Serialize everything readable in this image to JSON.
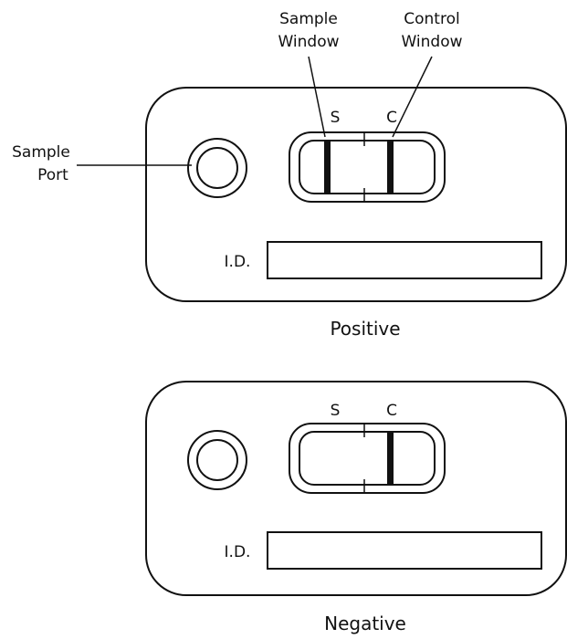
{
  "callouts": {
    "sample_window": [
      "Sample",
      "Window"
    ],
    "control_window": [
      "Control",
      "Window"
    ],
    "sample_port": [
      "Sample",
      "Port"
    ]
  },
  "cards": [
    {
      "key": "positive",
      "caption": "Positive",
      "s_letter": "S",
      "c_letter": "C",
      "id_label": "I.D.",
      "s_line_visible": true,
      "c_line_visible": true
    },
    {
      "key": "negative",
      "caption": "Negative",
      "s_letter": "S",
      "c_letter": "C",
      "id_label": "I.D.",
      "s_line_visible": false,
      "c_line_visible": true
    }
  ],
  "colors": {
    "ink": "#111111",
    "paper": "#ffffff"
  }
}
